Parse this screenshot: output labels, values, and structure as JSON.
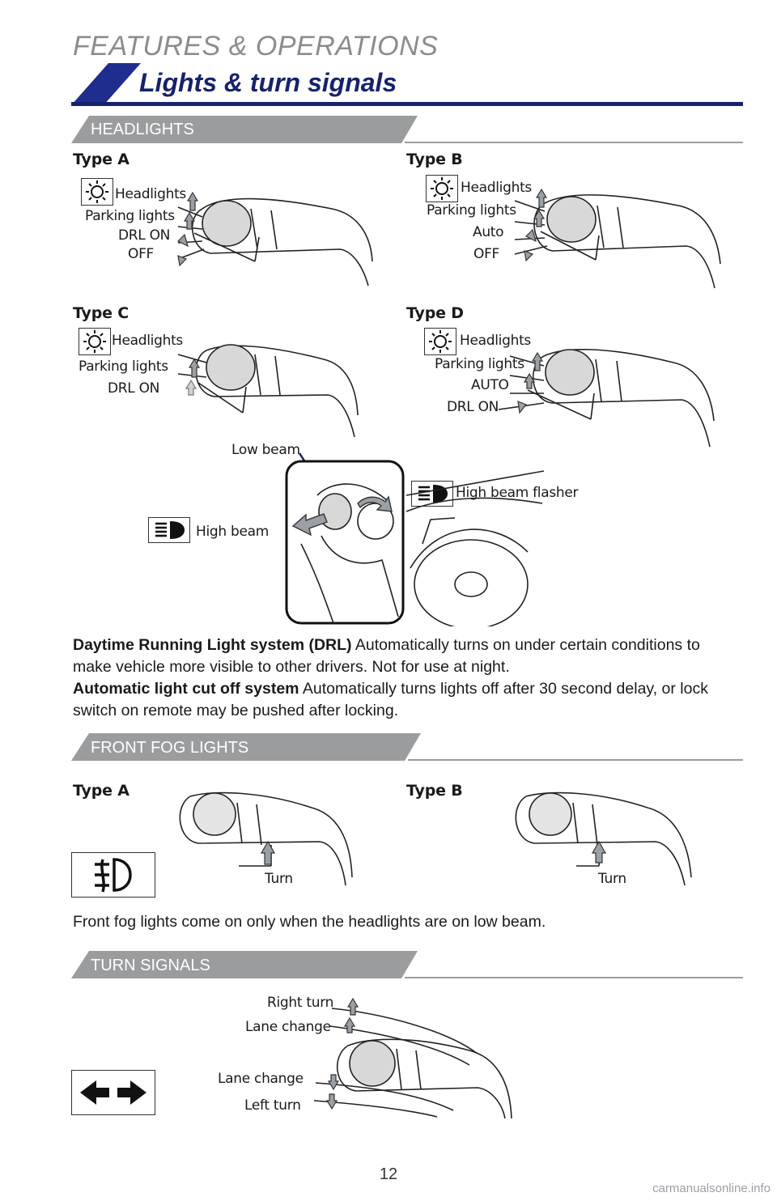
{
  "header": {
    "section_title": "FEATURES & OPERATIONS",
    "banner_title": "Lights & turn signals"
  },
  "headlights": {
    "heading": "HEADLIGHTS",
    "type_a": {
      "label": "Type A",
      "items": [
        "Headlights",
        "Parking lights",
        "DRL ON",
        "OFF"
      ]
    },
    "type_b": {
      "label": "Type B",
      "items": [
        "Headlights",
        "Parking lights",
        "Auto",
        "OFF"
      ]
    },
    "type_c": {
      "label": "Type C",
      "items": [
        "Headlights",
        "Parking lights",
        "DRL ON"
      ]
    },
    "type_d": {
      "label": "Type D",
      "items": [
        "Headlights",
        "Parking lights",
        "AUTO",
        "DRL ON"
      ]
    },
    "beam": {
      "low_beam": "Low beam",
      "high_beam": "High beam",
      "high_beam_flasher": "High beam flasher"
    },
    "drl_title": "Daytime Running Light system (DRL)",
    "drl_text": " Automatically turns on under certain conditions to make vehicle more visible to other drivers. Not for use at night.",
    "cutoff_title": "Automatic light cut off system",
    "cutoff_text": " Automatically turns lights off after 30 second delay, or lock switch on remote may be pushed after locking."
  },
  "fog": {
    "heading": "FRONT FOG LIGHTS",
    "type_a": {
      "label": "Type A",
      "turn": "Turn"
    },
    "type_b": {
      "label": "Type B",
      "turn": "Turn"
    },
    "note": "Front fog lights come on only when the headlights are on low beam."
  },
  "turn": {
    "heading": "TURN SIGNALS",
    "right_turn": "Right turn",
    "lane_change_up": "Lane change",
    "lane_change_down": "Lane change",
    "left_turn": "Left turn"
  },
  "footer": {
    "page_number": "12",
    "watermark": "carmanualsonline.info"
  },
  "colors": {
    "navy": "#17226b",
    "banner_blue": "#1f2d8f",
    "grey_bar": "#9a9c9e",
    "title_grey": "#8a8c8e"
  }
}
